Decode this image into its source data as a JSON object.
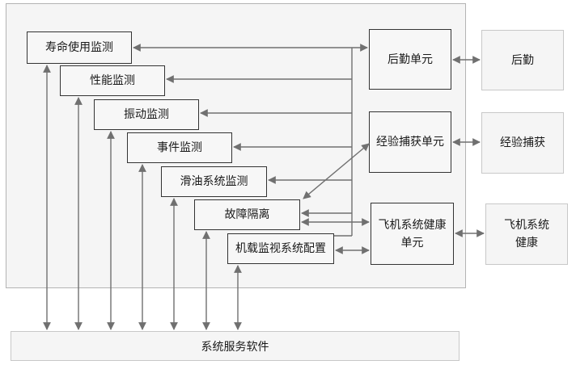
{
  "modules": {
    "life": "寿命使用监测",
    "performance": "性能监测",
    "vibration": "振动监测",
    "event": "事件监测",
    "oil": "滑油系统监测",
    "fault": "故障隔离",
    "config": "机载监视系统配置"
  },
  "units": {
    "logistics": "后勤单元",
    "experience": "经验捕获单元",
    "health_line1": "飞机系统健康",
    "health_line2": "单元"
  },
  "external": {
    "logistics": "后勤",
    "experience": "经验捕获",
    "health_line1": "飞机系统",
    "health_line2": "健康"
  },
  "bottom_bar": "系统服务软件",
  "colors": {
    "line": "#707070",
    "border": "#333333",
    "panel": "#f5f5f5"
  }
}
